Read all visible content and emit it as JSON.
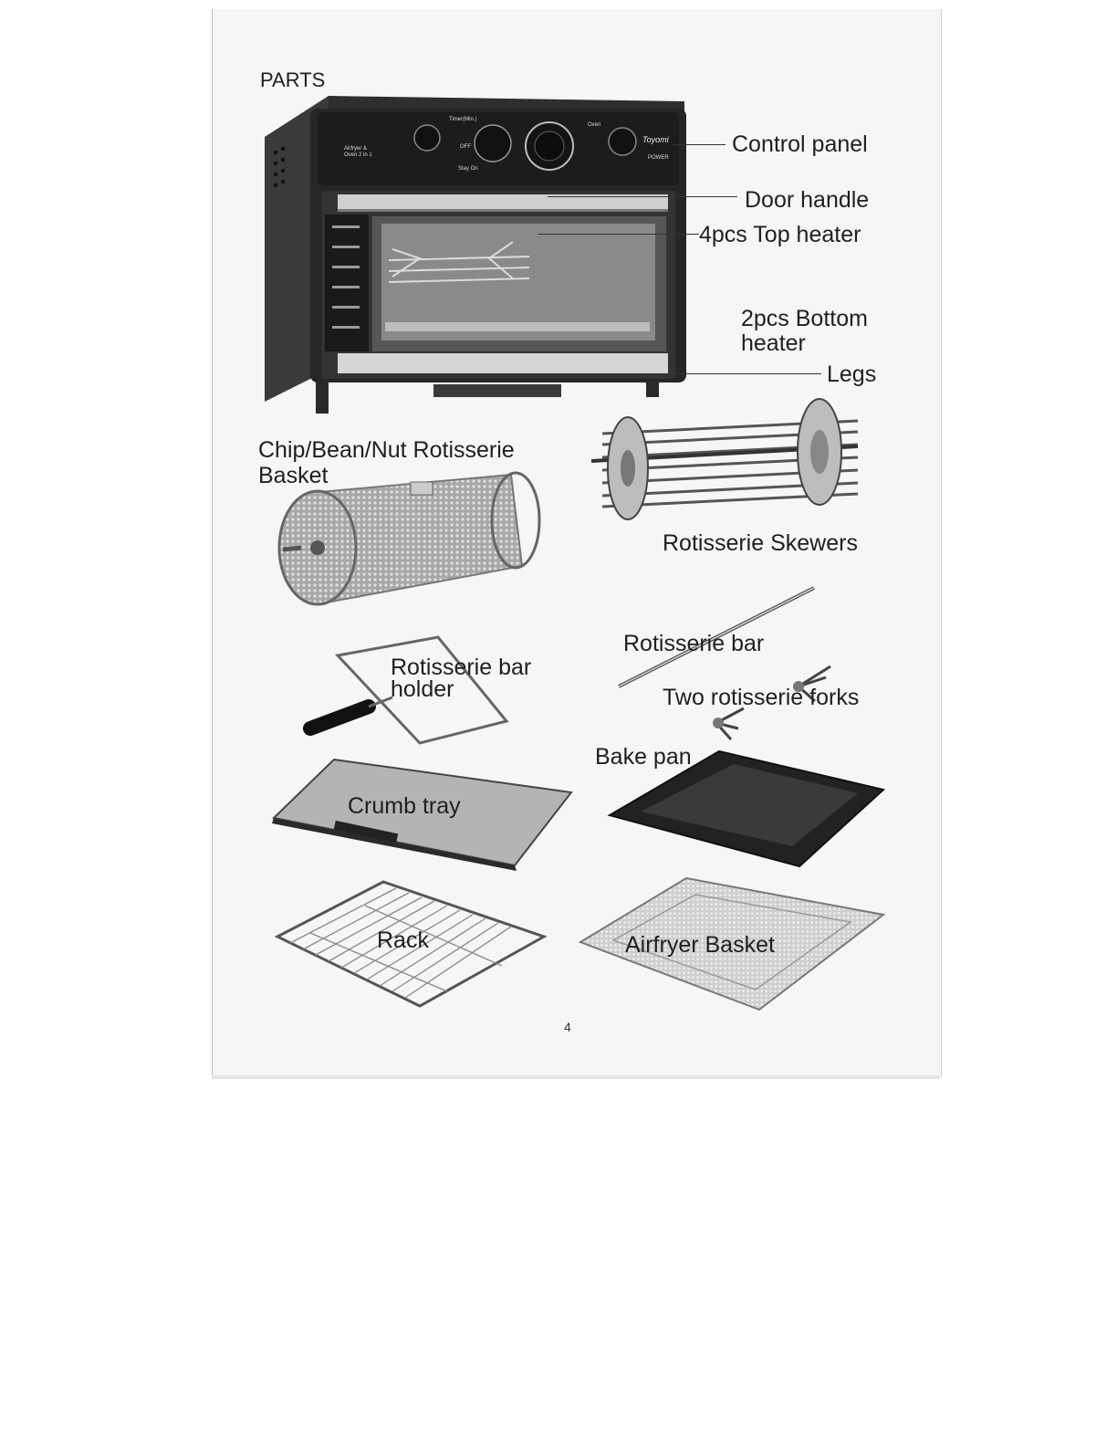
{
  "section_title": "PARTS",
  "labels": {
    "control_panel": "Control panel",
    "door_handle": "Door handle",
    "top_heater": "4pcs Top heater",
    "bottom_heater_line1": "2pcs Bottom",
    "bottom_heater_line2": "heater",
    "legs": "Legs",
    "chip_basket_line1": "Chip/Bean/Nut Rotisserie",
    "chip_basket_line2": "Basket",
    "rotisserie_skewers": "Rotisserie Skewers",
    "rotisserie_bar": "Rotisserie bar",
    "bar_holder_line1": "Rotisserie bar",
    "bar_holder_line2": "holder",
    "rotisserie_forks": "Two rotisserie forks",
    "bake_pan": "Bake pan",
    "crumb_tray": "Crumb tray",
    "rack": "Rack",
    "airfryer_basket": "Airfryer Basket"
  },
  "oven_panel": {
    "mode_text": "Airfryer & Oven 2 in 1",
    "timer_label": "Timer(Min.)",
    "oven_label": "Oven",
    "brand": "Toyomi",
    "power_label": "POWER",
    "stay_on": "Stay On",
    "off_label": "OFF"
  },
  "page_number": "4"
}
